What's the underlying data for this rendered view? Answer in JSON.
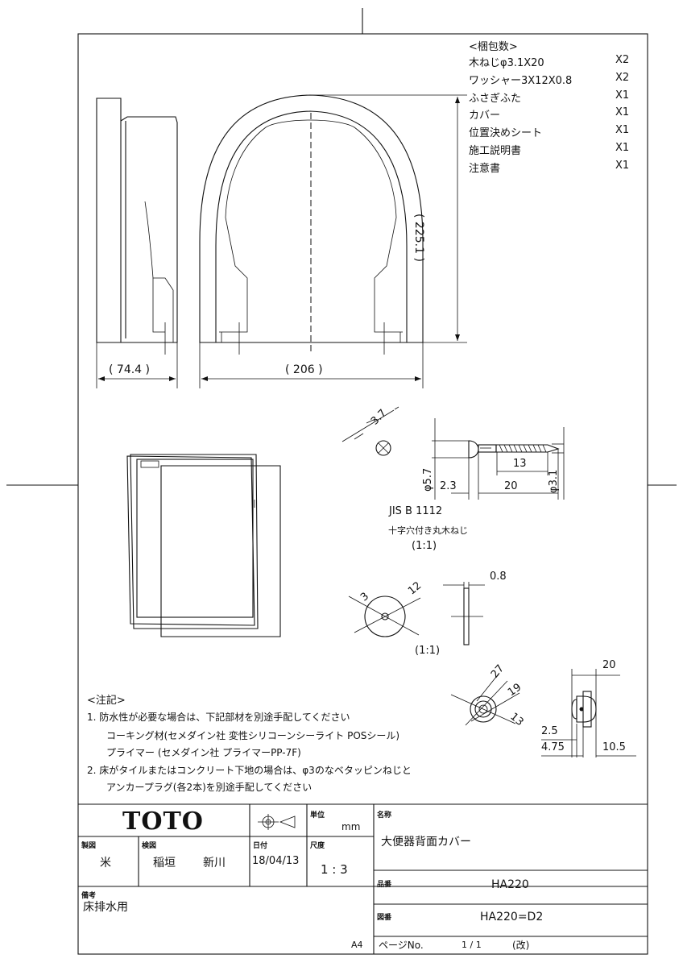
{
  "packing": {
    "header": "<梱包数>",
    "items": [
      {
        "name": "木ねじφ3.1X20",
        "qty": "X2"
      },
      {
        "name": "ワッシャー3X12X0.8",
        "qty": "X2"
      },
      {
        "name": "ふさぎふた",
        "qty": "X1"
      },
      {
        "name": "カバー",
        "qty": "X1"
      },
      {
        "name": "位置決めシート",
        "qty": "X1"
      },
      {
        "name": "施工説明書",
        "qty": "X1"
      },
      {
        "name": "注意書",
        "qty": "X1"
      }
    ]
  },
  "dimensions": {
    "side_depth": "( 74.4 )",
    "front_width": "( 206 )",
    "height": "( 225.1 )",
    "screw_head_angle": "3.7",
    "screw_head_dia": "φ5.7",
    "screw_head_len": "2.3",
    "screw_thread": "13",
    "screw_length": "20",
    "screw_dia": "φ3.1",
    "washer_inner": "3",
    "washer_outer": "12",
    "washer_thickness": "0.8",
    "cap_d1": "27",
    "cap_d2": "19",
    "cap_d3": "13",
    "cap_width": "20",
    "cap_a": "2.5",
    "cap_b": "4.75",
    "cap_c": "10.5"
  },
  "screw_spec": {
    "standard": "JIS B 1112",
    "name": "十字穴付き丸木ねじ",
    "scale": "(1:1)"
  },
  "washer_scale": "(1:1)",
  "notes": {
    "header": "<注記>",
    "lines": [
      "1. 防水性が必要な場合は、下記部材を別途手配してください",
      "コーキング材(セメダイン社 変性シリコーンシーライト POSシール)",
      "プライマー (セメダイン社 プライマーPP-7F)",
      "2. 床がタイルまたはコンクリート下地の場合は、φ3のなベタッピンねじと",
      "アンカープラグ(各2本)を別途手配してください"
    ]
  },
  "title_block": {
    "logo": "TOTO",
    "unit_label": "単位",
    "unit": "mm",
    "name_label": "名称",
    "name": "大便器背面カバー",
    "drafter_label": "製図",
    "drafter": "米",
    "checker_label": "検図",
    "checker1": "稲垣",
    "checker2": "新川",
    "date_label": "日付",
    "date": "18/04/13",
    "scale_label": "尺度",
    "scale": "1 : 3",
    "part_no_label": "品番",
    "part_no": "HA220",
    "remarks_label": "備考",
    "remarks": "床排水用",
    "drawing_no_label": "図番",
    "drawing_no": "HA220=D2",
    "paper_size": "A4",
    "page_label": "ページNo.",
    "page": "1 / 1",
    "revision": "(改)"
  }
}
